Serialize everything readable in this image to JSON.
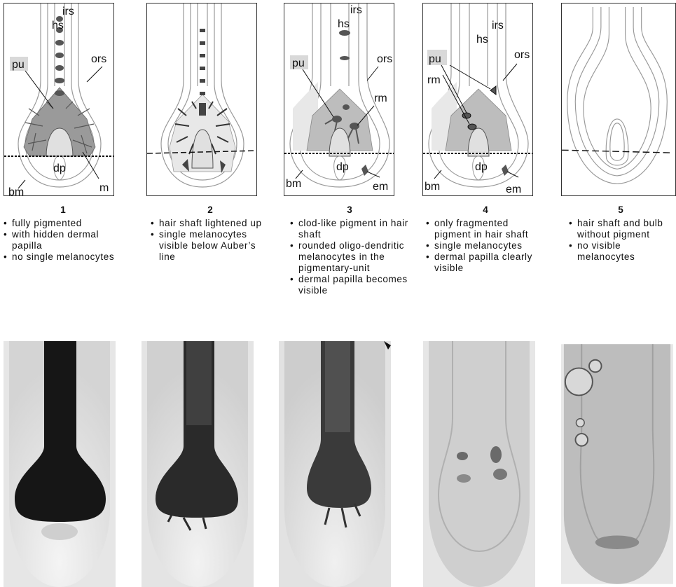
{
  "stages": [
    {
      "number": "1",
      "bullets": [
        "fully pigmented",
        "with hidden dermal papilla",
        "no single melanocytes"
      ],
      "labels": {
        "irs": "irs",
        "hs": "hs",
        "ors": "ors",
        "pu": "pu",
        "dp": "dp",
        "bm": "bm",
        "m": "m"
      }
    },
    {
      "number": "2",
      "bullets": [
        "hair shaft lightened up",
        "single melanocytes visible below Auber’s line"
      ],
      "labels": {}
    },
    {
      "number": "3",
      "bullets": [
        "clod-like pigment in hair shaft",
        "rounded oligo-dendritic melanocytes in the pigmentary-unit",
        "dermal papilla becomes visible"
      ],
      "labels": {
        "irs": "irs",
        "hs": "hs",
        "ors": "ors",
        "pu": "pu",
        "rm": "rm",
        "dp": "dp",
        "bm": "bm",
        "em": "em"
      }
    },
    {
      "number": "4",
      "bullets": [
        "only fragmented pigment in hair shaft",
        "single melanocytes",
        "dermal papilla clearly visible"
      ],
      "labels": {
        "irs": "irs",
        "hs": "hs",
        "ors": "ors",
        "pu": "pu",
        "rm": "rm",
        "dp": "dp",
        "bm": "bm",
        "em": "em"
      }
    },
    {
      "number": "5",
      "bullets": [
        "hair shaft and bulb without pigment",
        "no visible melanocytes"
      ],
      "labels": {}
    }
  ]
}
